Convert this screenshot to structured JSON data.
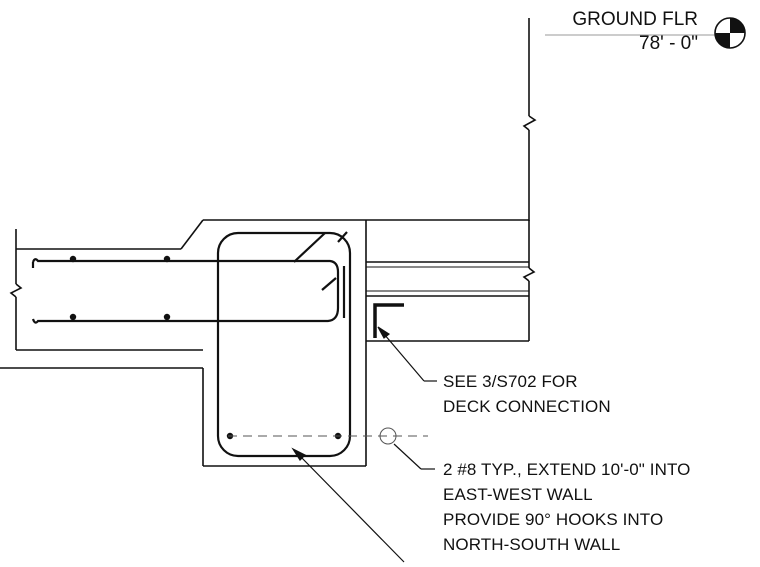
{
  "level_marker": {
    "name": "GROUND FLR",
    "elevation": "78' - 0\""
  },
  "notes": {
    "deck_connection": [
      "SEE 3/S702 FOR",
      "DECK CONNECTION"
    ],
    "rebar": [
      "2 #8 TYP., EXTEND 10'-0\" INTO",
      "EAST-WEST WALL",
      "PROVIDE 90° HOOKS INTO",
      "NORTH-SOUTH WALL"
    ]
  },
  "colors": {
    "line": "#111111",
    "dashed_line": "#555555"
  }
}
